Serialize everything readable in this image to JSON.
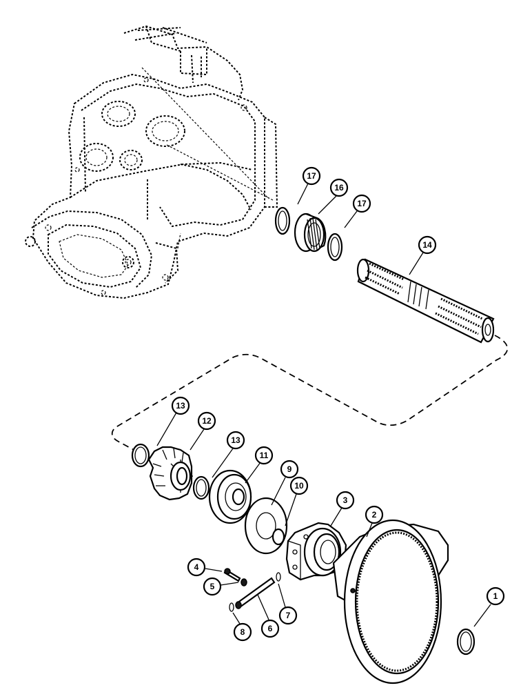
{
  "callouts": [
    {
      "id": "c17a",
      "label": "17"
    },
    {
      "id": "c16",
      "label": "16"
    },
    {
      "id": "c17b",
      "label": "17"
    },
    {
      "id": "c14",
      "label": "14"
    },
    {
      "id": "c13a",
      "label": "13"
    },
    {
      "id": "c12",
      "label": "12"
    },
    {
      "id": "c13b",
      "label": "13"
    },
    {
      "id": "c11",
      "label": "11"
    },
    {
      "id": "c9",
      "label": "9"
    },
    {
      "id": "c10",
      "label": "10"
    },
    {
      "id": "c3",
      "label": "3"
    },
    {
      "id": "c2",
      "label": "2"
    },
    {
      "id": "c1",
      "label": "1"
    },
    {
      "id": "c4",
      "label": "4"
    },
    {
      "id": "c5",
      "label": "5"
    },
    {
      "id": "c6",
      "label": "6"
    },
    {
      "id": "c7",
      "label": "7"
    },
    {
      "id": "c8",
      "label": "8"
    }
  ]
}
